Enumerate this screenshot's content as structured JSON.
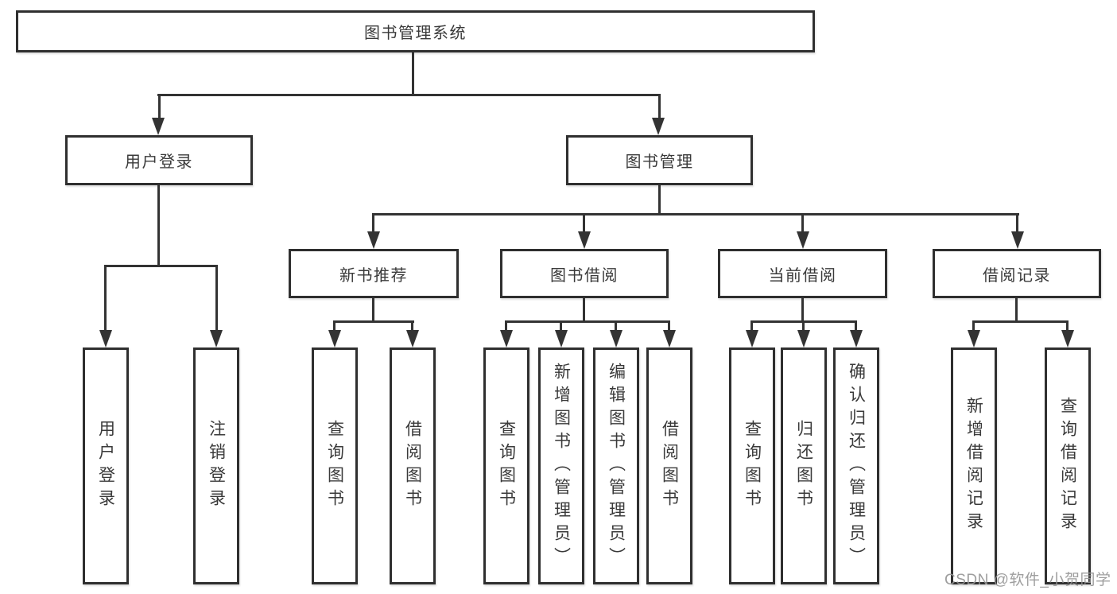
{
  "nodes": {
    "root": {
      "label": "图书管理系统"
    },
    "level1": [
      {
        "label": "用户登录"
      },
      {
        "label": "图书管理"
      }
    ],
    "level2": [
      {
        "label": "新书推荐",
        "parent": "图书管理"
      },
      {
        "label": "图书借阅",
        "parent": "图书管理"
      },
      {
        "label": "当前借阅",
        "parent": "图书管理"
      },
      {
        "label": "借阅记录",
        "parent": "图书管理"
      }
    ],
    "leaves": [
      {
        "label": "用户登录",
        "parent": "用户登录"
      },
      {
        "label": "注销登录",
        "parent": "用户登录"
      },
      {
        "label": "查询图书",
        "parent": "新书推荐"
      },
      {
        "label": "借阅图书",
        "parent": "新书推荐"
      },
      {
        "label": "查询图书",
        "parent": "图书借阅"
      },
      {
        "label": "新增图书（管理员）",
        "parent": "图书借阅"
      },
      {
        "label": "编辑图书（管理员）",
        "parent": "图书借阅"
      },
      {
        "label": "借阅图书",
        "parent": "图书借阅"
      },
      {
        "label": "查询图书",
        "parent": "当前借阅"
      },
      {
        "label": "归还图书",
        "parent": "当前借阅"
      },
      {
        "label": "确认归还（管理员）",
        "parent": "当前借阅"
      },
      {
        "label": "新增借阅记录",
        "parent": "借阅记录"
      },
      {
        "label": "查询借阅记录",
        "parent": "借阅记录"
      }
    ]
  },
  "watermark": {
    "text": "CSDN @软件_小贺同学"
  },
  "colors": {
    "line": "#333333",
    "box_border": "#2f2f2f",
    "text": "#3a3a3a",
    "watermark": "#969696",
    "background": "#ffffff"
  }
}
